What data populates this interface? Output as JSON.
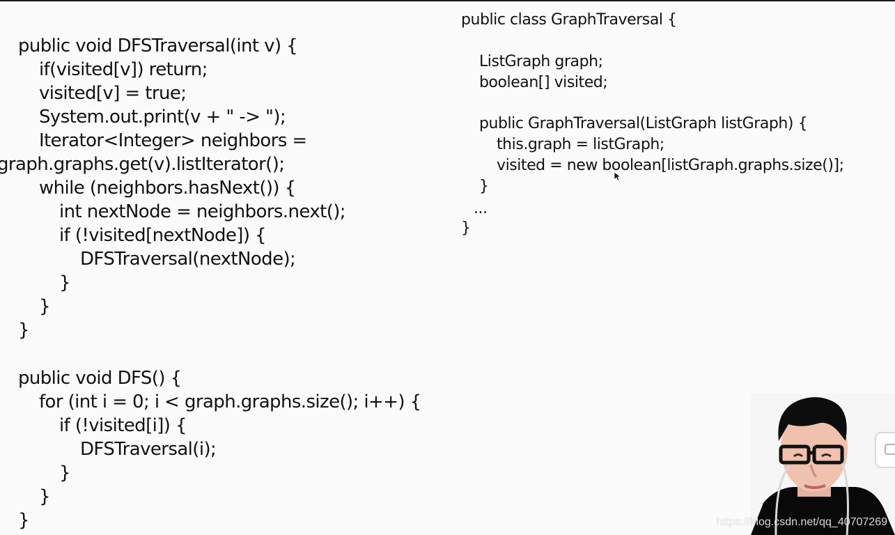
{
  "left_code": [
    "public void DFSTraversal(int v) {",
    "if(visited[v]) return;",
    "visited[v] = true;",
    "System.out.print(v + \" -> \");",
    "Iterator<Integer> neighbors =",
    "graph.graphs.get(v).listIterator();",
    "while (neighbors.hasNext()) {",
    "int nextNode = neighbors.next();",
    "if (!visited[nextNode]) {",
    "DFSTraversal(nextNode);",
    "}",
    "}",
    "}",
    "public void DFS() {",
    "for (int i = 0; i < graph.graphs.size(); i++) {",
    "if (!visited[i]) {",
    "DFSTraversal(i);",
    "}",
    "}",
    "}"
  ],
  "right_code": [
    "public class GraphTraversal {",
    "ListGraph graph;",
    "boolean[] visited;",
    "public GraphTraversal(ListGraph listGraph) {",
    "this.graph = listGraph;",
    "visited = new boolean[listGraph.graphs.size()];",
    "}",
    "...",
    "}"
  ],
  "watermark": "https://blog.csdn.net/qq_40707269",
  "icons": {
    "cursor": "cursor-icon",
    "presenter": "presenter-webcam",
    "side_widget": "video-widget-icon"
  },
  "colors": {
    "background": "#fbfbfb",
    "text": "#111111"
  }
}
